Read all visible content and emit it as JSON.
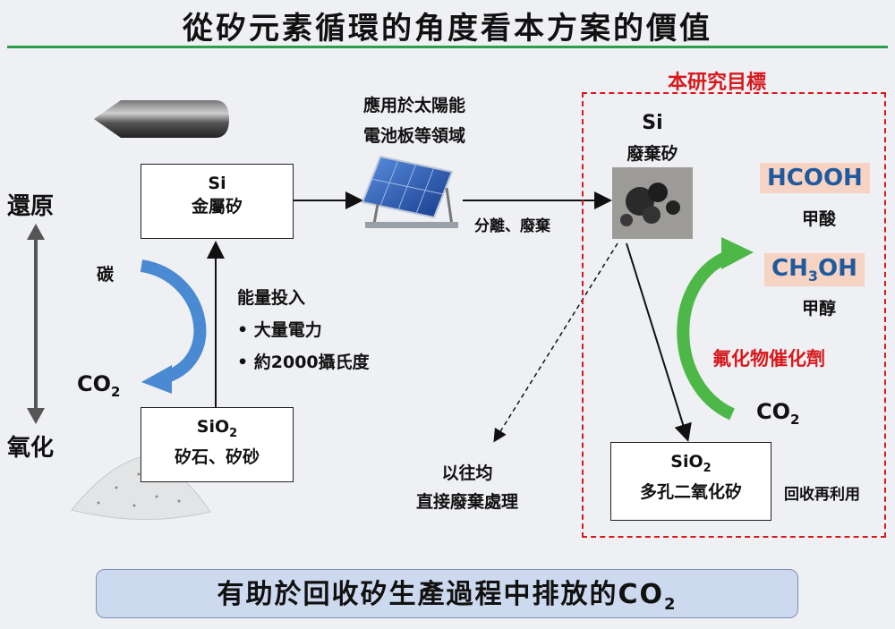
{
  "title": "從矽元素循環的角度看本方案的價值",
  "research_target": "本研究目標",
  "left_axis": {
    "top": "還原",
    "bottom": "氧化"
  },
  "nodes": {
    "si_metal": {
      "top": "Si",
      "bottom": "金屬矽"
    },
    "sio2_raw": {
      "top": "SiO",
      "sub": "2",
      "bottom": "矽石、矽砂"
    },
    "si_waste": {
      "top": "Si",
      "bottom": "廢棄矽"
    },
    "sio2_porous": {
      "top": "SiO",
      "sub": "2",
      "bottom": "多孔二氧化矽"
    }
  },
  "labels": {
    "carbon": "碳",
    "co2_left": {
      "main": "CO",
      "sub": "2"
    },
    "energy_title": "能量投入",
    "energy_items": [
      "大量電力",
      "約2000攝氏度"
    ],
    "solar_line1": "應用於太陽能",
    "solar_line2": "電池板等領域",
    "separate": "分離、廢棄",
    "past_line1": "以往均",
    "past_line2": "直接廢棄處理",
    "recycle": "回收再利用",
    "catalyst": "氟化物催化劑",
    "co2_right": {
      "main": "CO",
      "sub": "2"
    }
  },
  "products": [
    {
      "formula": "HCOOH",
      "name": "甲酸"
    },
    {
      "formula_main": "CH",
      "formula_sub": "3",
      "formula_tail": "OH",
      "name": "甲醇"
    }
  ],
  "bottom_banner": {
    "main": "有助於回收矽生產過程中排放的CO",
    "sub": "2"
  },
  "colors": {
    "title_rule": "#2e9e4a",
    "dashed_box": "#d7191c",
    "blue_arrow": "#4a8ad2",
    "green_arrow": "#4db848",
    "highlight": "#f6d3c2"
  }
}
